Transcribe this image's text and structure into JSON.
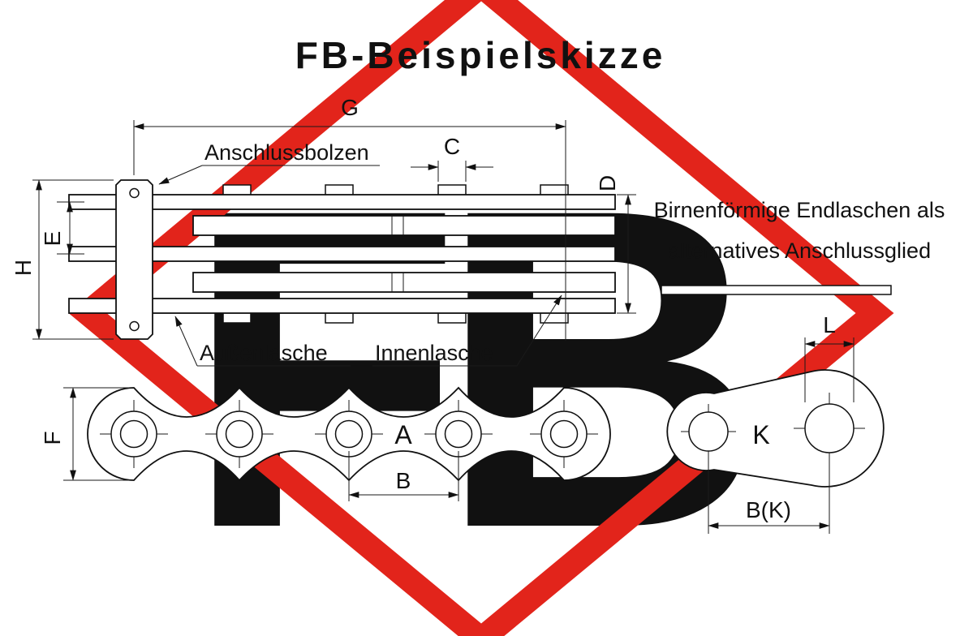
{
  "title": "FB-Beispielskizze",
  "watermark": {
    "text": "FB",
    "outline_color": "#e2241b",
    "letter_color": "#f3bdb3"
  },
  "top_view": {
    "callouts": {
      "pin": "Anschlussbolzen",
      "outer_plate": "Außenlasche",
      "inner_plate": "Innenlasche"
    },
    "dimensions": {
      "g": "G",
      "c": "C",
      "d": "D",
      "h": "H",
      "e": "E"
    }
  },
  "side_view": {
    "dimensions": {
      "f": "F",
      "a": "A",
      "b": "B"
    }
  },
  "end_plate": {
    "note_line1": "Birnenförmige Endlaschen als",
    "note_line2": "alternatives Anschlussglied",
    "dimensions": {
      "l": "L",
      "k": "K",
      "bk": "B(K)"
    }
  },
  "colors": {
    "line": "#111111",
    "accent_red": "#e2241b",
    "watermark_pink": "#f3bdb3"
  }
}
